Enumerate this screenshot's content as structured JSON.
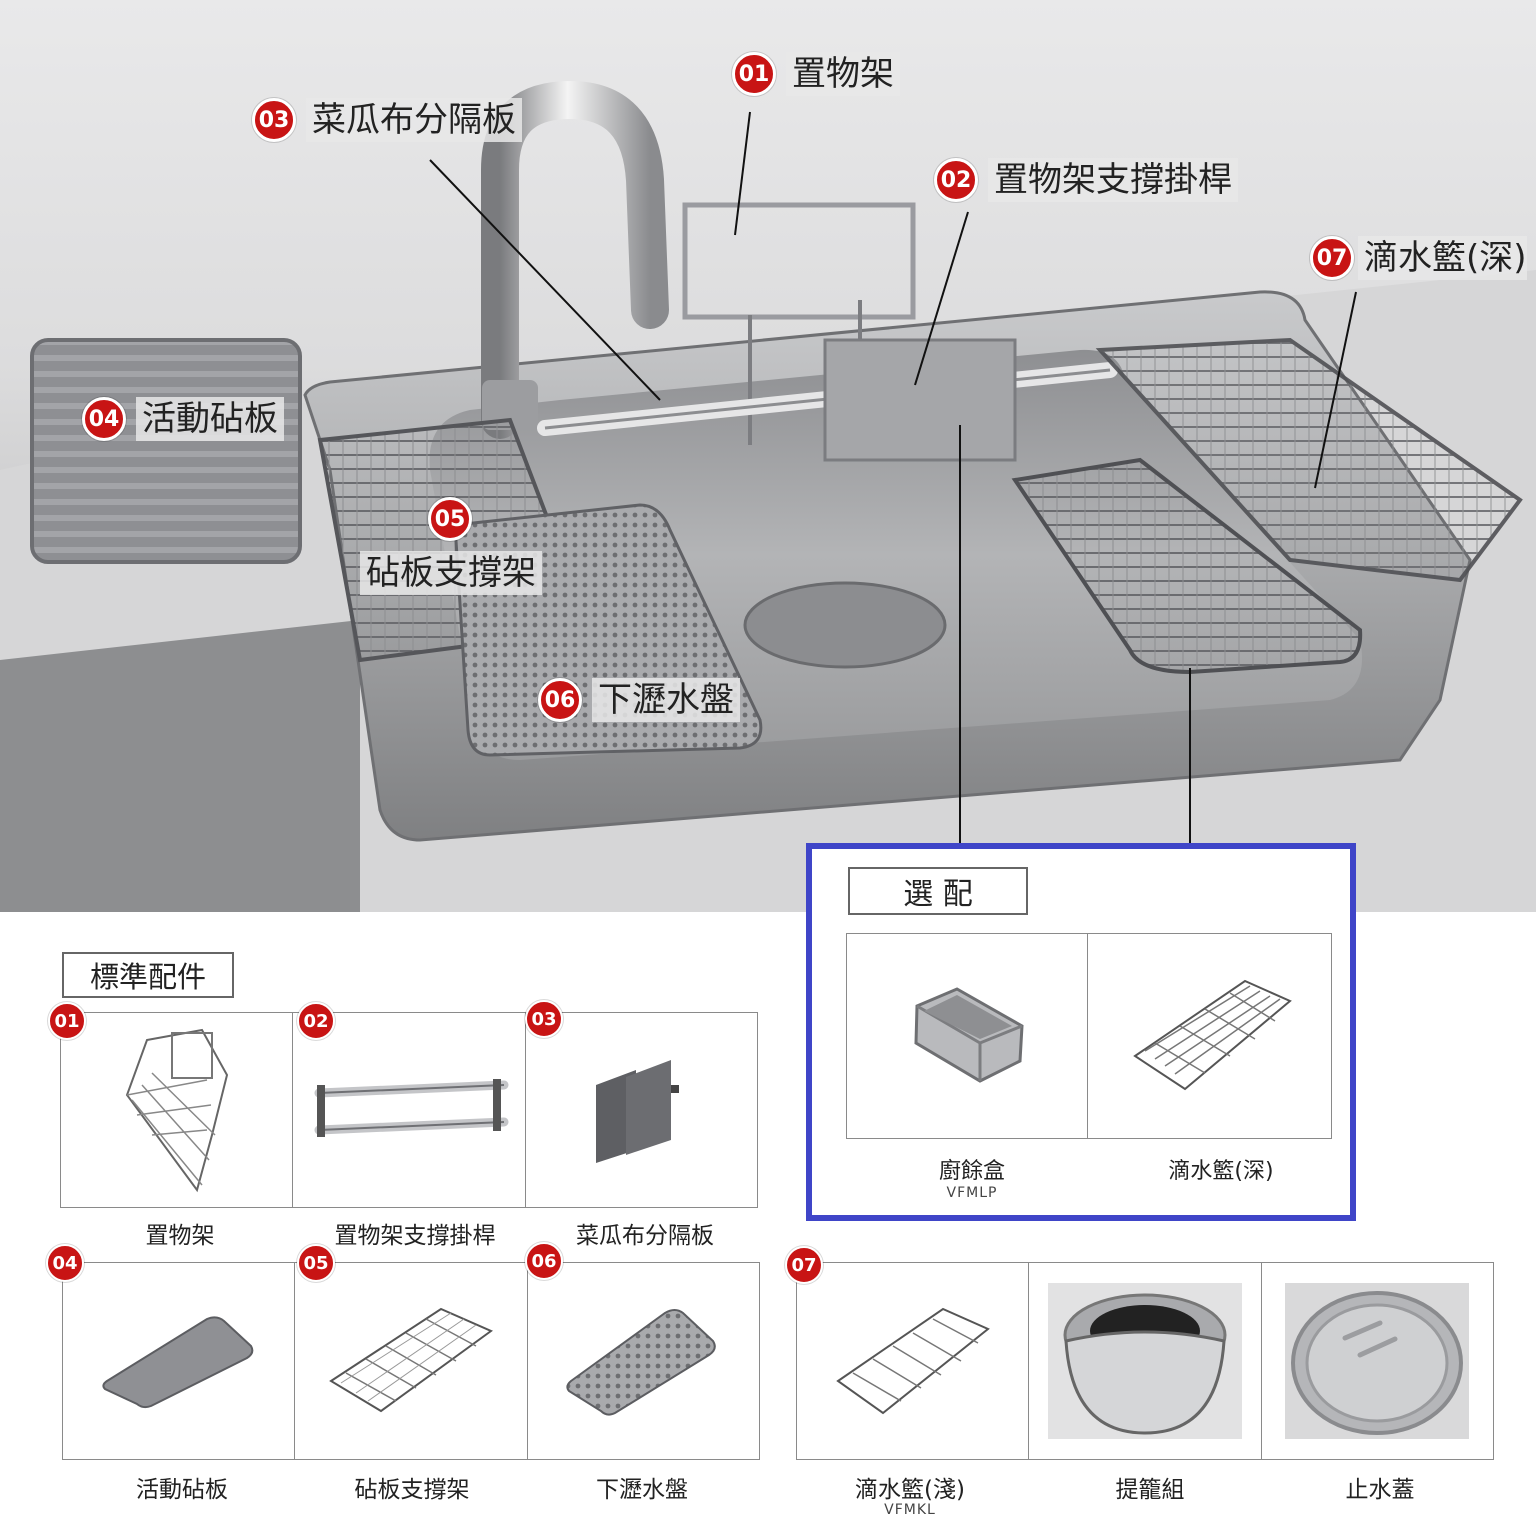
{
  "hero_callouts": [
    {
      "num": "01",
      "label": "置物架"
    },
    {
      "num": "02",
      "label": "置物架支撐掛桿"
    },
    {
      "num": "03",
      "label": "菜瓜布分隔板"
    },
    {
      "num": "04",
      "label": "活動砧板"
    },
    {
      "num": "05",
      "label": "砧板支撐架"
    },
    {
      "num": "06",
      "label": "下瀝水盤"
    },
    {
      "num": "07",
      "label": "滴水籃(深)"
    }
  ],
  "optional": {
    "title": "選 配",
    "items": [
      {
        "label": "廚餘盒",
        "model": "VFMLP",
        "icon": "food-waste-box-icon"
      },
      {
        "label": "滴水籃(深)",
        "model": "",
        "icon": "deep-drain-basket-icon"
      }
    ]
  },
  "standard": {
    "title": "標準配件",
    "row1": [
      {
        "num": "01",
        "label": "置物架",
        "icon": "storage-rack-icon"
      },
      {
        "num": "02",
        "label": "置物架支撐掛桿",
        "icon": "support-rod-icon"
      },
      {
        "num": "03",
        "label": "菜瓜布分隔板",
        "icon": "divider-plate-icon"
      }
    ],
    "row2": [
      {
        "num": "04",
        "label": "活動砧板",
        "icon": "cutting-board-icon"
      },
      {
        "num": "05",
        "label": "砧板支撐架",
        "icon": "board-support-rack-icon"
      },
      {
        "num": "06",
        "label": "下瀝水盤",
        "icon": "drain-tray-icon"
      }
    ],
    "row3": {
      "num": "07",
      "items": [
        {
          "label": "滴水籃(淺)",
          "model": "VFMKL",
          "icon": "shallow-drain-basket-icon"
        },
        {
          "label": "提籠組",
          "model": "",
          "icon": "strainer-basket-icon"
        },
        {
          "label": "止水蓋",
          "model": "",
          "icon": "drain-stopper-icon"
        }
      ]
    }
  }
}
